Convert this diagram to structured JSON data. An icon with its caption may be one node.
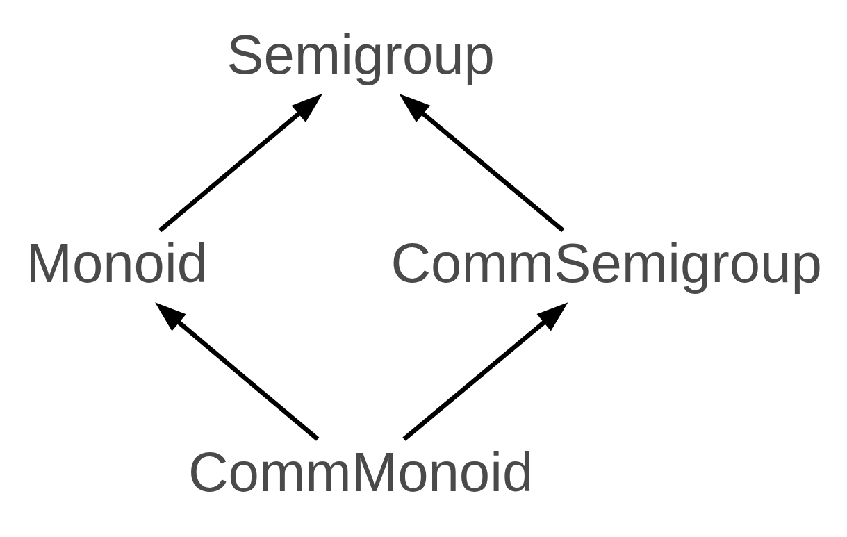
{
  "diagram": {
    "nodes": [
      {
        "text": [
          "Semigroup"
        ]
      },
      {
        "text": [
          "Monoid"
        ]
      },
      {
        "text": [
          "CommSemigroup"
        ]
      },
      {
        "text": [
          "CommMonoid"
        ]
      }
    ],
    "edges": [
      {
        "from": 1,
        "to": 0,
        "arrow": "to"
      },
      {
        "from": 2,
        "to": 0,
        "arrow": "to"
      },
      {
        "from": 3,
        "to": 1,
        "arrow": "to"
      },
      {
        "from": 3,
        "to": 2,
        "arrow": "to"
      }
    ]
  }
}
